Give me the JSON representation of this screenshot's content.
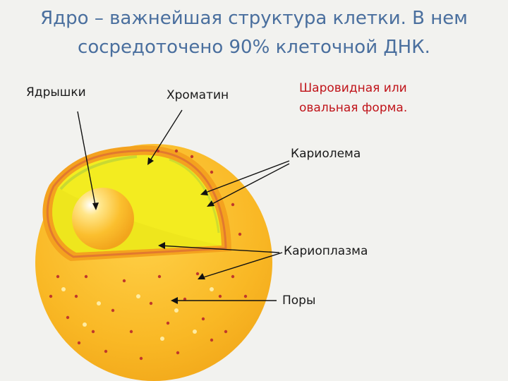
{
  "title": {
    "line1": "Ядро – важнейшая структура клетки. В нем",
    "line2": "сосредоточено 90% клеточной ДНК."
  },
  "labels": {
    "nucleoli": "Ядрышки",
    "chromatin": "Хроматин",
    "shape_line1": "Шаровидная или",
    "shape_line2": "овальная форма.",
    "karyolemma": "Кариолема",
    "karyoplasm": "Кариоплазма",
    "pores": "Поры"
  },
  "colors": {
    "title": "#4a6f9e",
    "shape_text": "#c0141a",
    "nucleus_outer": "#f7b31e",
    "karyoplasm": "#f3ec20",
    "membrane": "#e2792f",
    "nucleolus": "#f9b425"
  }
}
